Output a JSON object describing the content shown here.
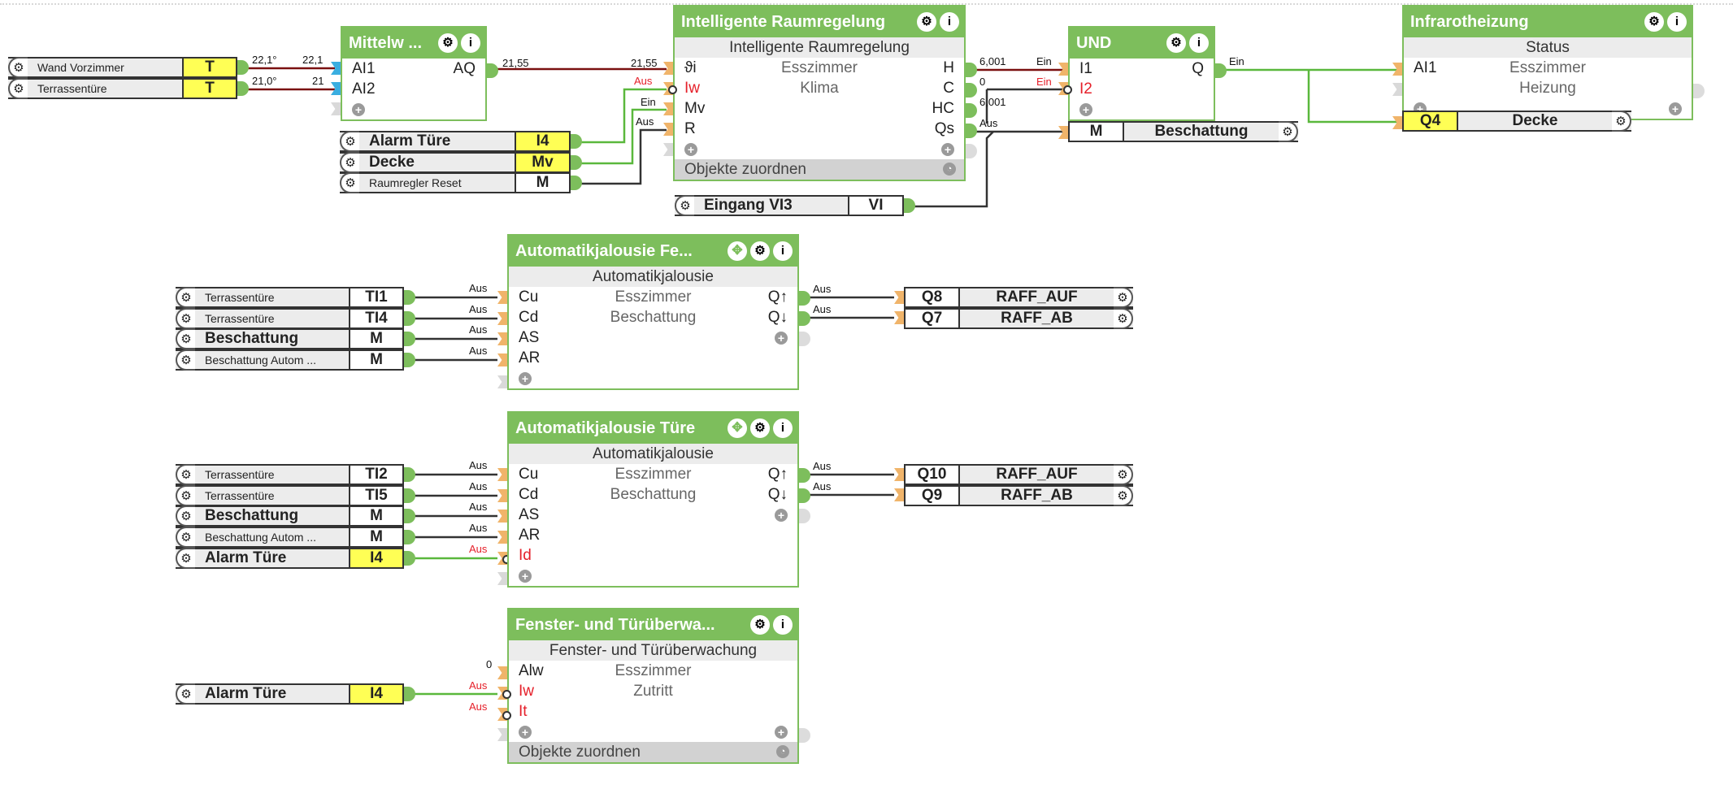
{
  "colors": {
    "block_green": "#7dbe5c",
    "highlight_yellow": "#ffff55",
    "input_orange": "#f0b46a",
    "analog_blue": "#3aaee0",
    "analog_wire": "#7a1010",
    "digital_on_wire": "#5ab83c",
    "digital_off_wire": "#333333",
    "negated_label": "#e5202a"
  },
  "blocks": {
    "mittelwert": {
      "title": "Mittelw ...",
      "inputs": [
        "AI1",
        "AI2"
      ],
      "outputs": [
        "AQ"
      ]
    },
    "raumregelung": {
      "title": "Intelligente Raumregelung",
      "subtitle": "Intelligente Raumregelung",
      "inputs": [
        "ϑi",
        "Iw",
        "Mv",
        "R"
      ],
      "outputs": [
        "H",
        "C",
        "HC",
        "Qs"
      ],
      "info": [
        "Esszimmer",
        "Klima"
      ],
      "footer": "Objekte zuordnen"
    },
    "und": {
      "title": "UND",
      "inputs": [
        "I1",
        "I2"
      ],
      "outputs": [
        "Q"
      ]
    },
    "infrarot": {
      "title": "Infrarotheizung",
      "subtitle": "Status",
      "inputs": [
        "AI1"
      ],
      "info": [
        "Esszimmer",
        "Heizung"
      ]
    },
    "jalousie_fenster": {
      "title": "Automatikjalousie Fe...",
      "subtitle": "Automatikjalousie",
      "inputs": [
        "Cu",
        "Cd",
        "AS",
        "AR"
      ],
      "outputs": [
        "Q↑",
        "Q↓"
      ],
      "info": [
        "Esszimmer",
        "Beschattung"
      ]
    },
    "jalousie_tuere": {
      "title": "Automatikjalousie Türe",
      "subtitle": "Automatikjalousie",
      "inputs": [
        "Cu",
        "Cd",
        "AS",
        "AR",
        "Id"
      ],
      "outputs": [
        "Q↑",
        "Q↓"
      ],
      "info": [
        "Esszimmer",
        "Beschattung"
      ]
    },
    "ueberwachung": {
      "title": "Fenster- und Türüberwa...",
      "subtitle": "Fenster- und Türüberwachung",
      "inputs": [
        "Alw",
        "Iw",
        "It"
      ],
      "info": [
        "Esszimmer",
        "Zutritt"
      ],
      "footer": "Objekte zuordnen"
    }
  },
  "io_objects": {
    "wand_vorzimmer": {
      "name": "Wand Vorzimmer",
      "code": "T"
    },
    "terrassentuere_t": {
      "name": "Terrassentüre",
      "code": "T"
    },
    "alarm_tuere_1": {
      "name": "Alarm Türe",
      "code": "I4"
    },
    "decke_mv": {
      "name": "Decke",
      "code": "Mv"
    },
    "raumregler_reset": {
      "name": "Raumregler Reset",
      "code": "M"
    },
    "eingang_vi3": {
      "name": "Eingang VI3",
      "code": "VI"
    },
    "beschattung_out": {
      "name": "Beschattung",
      "code": "M"
    },
    "decke_q4": {
      "name": "Decke",
      "code": "Q4"
    },
    "tl1": {
      "name": "Terrassentüre",
      "code": "TI1"
    },
    "tl4": {
      "name": "Terrassentüre",
      "code": "TI4"
    },
    "beschattung_a": {
      "name": "Beschattung",
      "code": "M"
    },
    "beschattung_auto_a": {
      "name": "Beschattung  Autom ...",
      "code": "M"
    },
    "q8": {
      "name": "RAFF_AUF",
      "code": "Q8"
    },
    "q7": {
      "name": "RAFF_AB",
      "code": "Q7"
    },
    "tl2": {
      "name": "Terrassentüre",
      "code": "TI2"
    },
    "tl5": {
      "name": "Terrassentüre",
      "code": "TI5"
    },
    "beschattung_b": {
      "name": "Beschattung",
      "code": "M"
    },
    "beschattung_auto_b": {
      "name": "Beschattung  Autom ...",
      "code": "M"
    },
    "alarm_tuere_2": {
      "name": "Alarm Türe",
      "code": "I4"
    },
    "q10": {
      "name": "RAFF_AUF",
      "code": "Q10"
    },
    "q9": {
      "name": "RAFF_AB",
      "code": "Q9"
    },
    "alarm_tuere_3": {
      "name": "Alarm Türe",
      "code": "I4"
    }
  },
  "wire_values": {
    "wand_out": "22,1°",
    "wand_in": "22,1",
    "terr_out": "21,0°",
    "terr_in": "21",
    "aq_out": "21,55",
    "aq_in": "21,55",
    "iw_in": "Aus",
    "mv_in": "Ein",
    "r_in": "Aus",
    "h_out": "6,001",
    "c_out": "0",
    "hc_out": "6,001",
    "qs_out": "Aus",
    "und_i1": "Ein",
    "und_i2": "Ein",
    "und_q": "Ein",
    "aus": "Aus",
    "alw_in": "0"
  }
}
